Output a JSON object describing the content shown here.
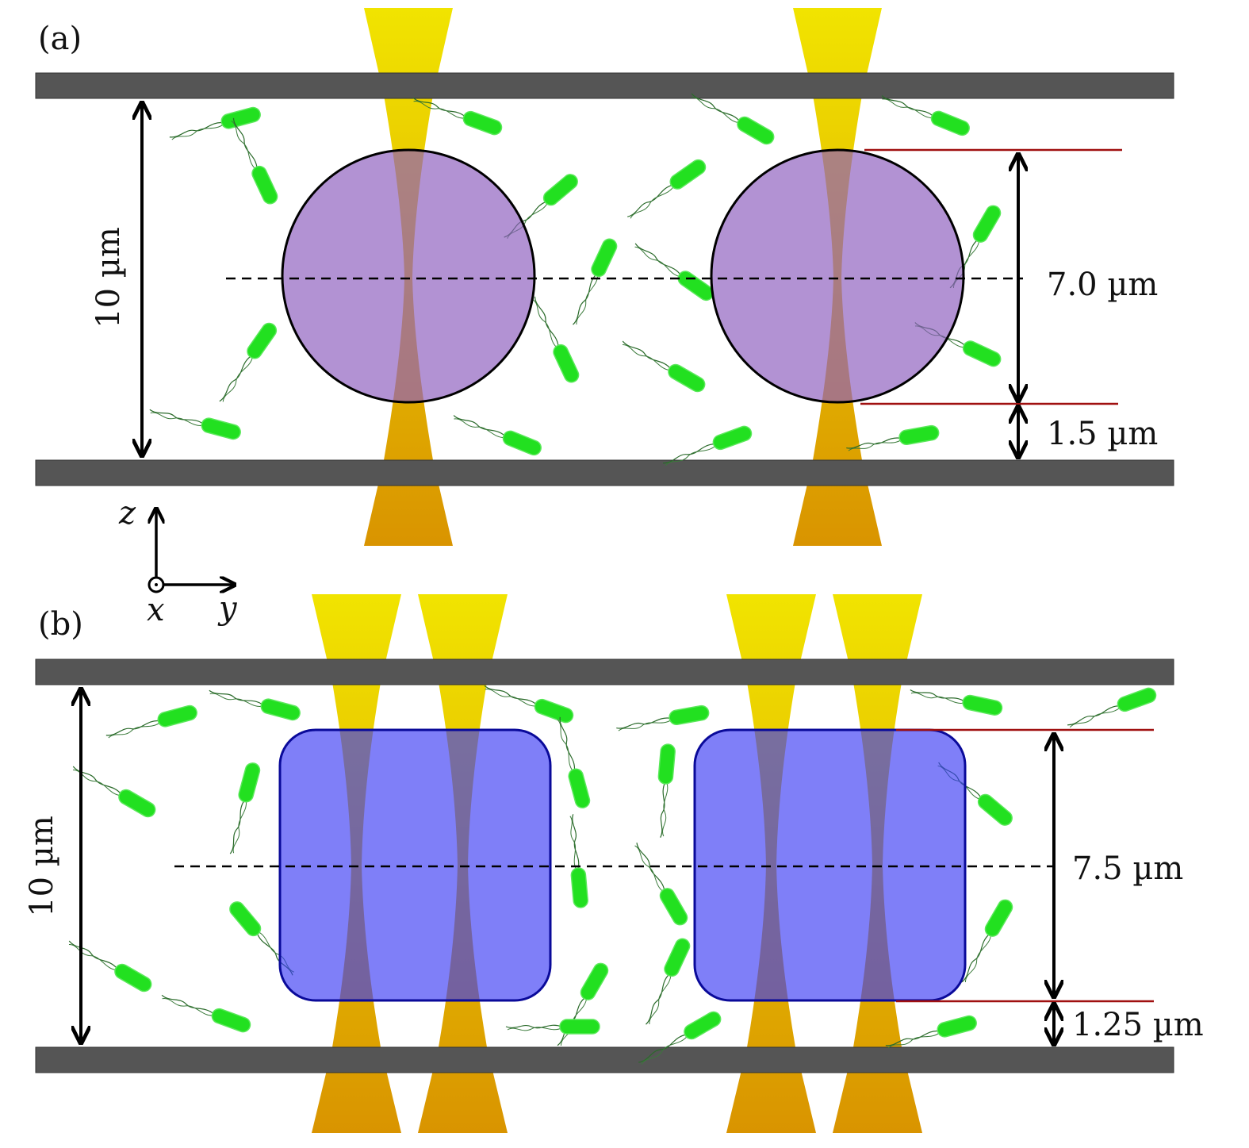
{
  "panel_a": {
    "label": "(a)",
    "channel_height": "10 µm",
    "object_size": "7.0 µm",
    "gap": "1.5 µm",
    "object_color": "#b094d0",
    "object_shape": "circle"
  },
  "panel_b": {
    "label": "(b)",
    "channel_height": "10 µm",
    "object_size": "7.5 µm",
    "gap": "1.25 µm",
    "object_color": "#7f7ff8",
    "object_shape": "rounded-square"
  },
  "axes": {
    "vertical": "z",
    "horizontal": "y",
    "out_of_plane": "x"
  },
  "colors": {
    "wall": "#555555",
    "beam_light": "#f1e400",
    "beam_dark": "#d99400",
    "bacteria": "#22e020",
    "marker_line": "#a01010"
  }
}
